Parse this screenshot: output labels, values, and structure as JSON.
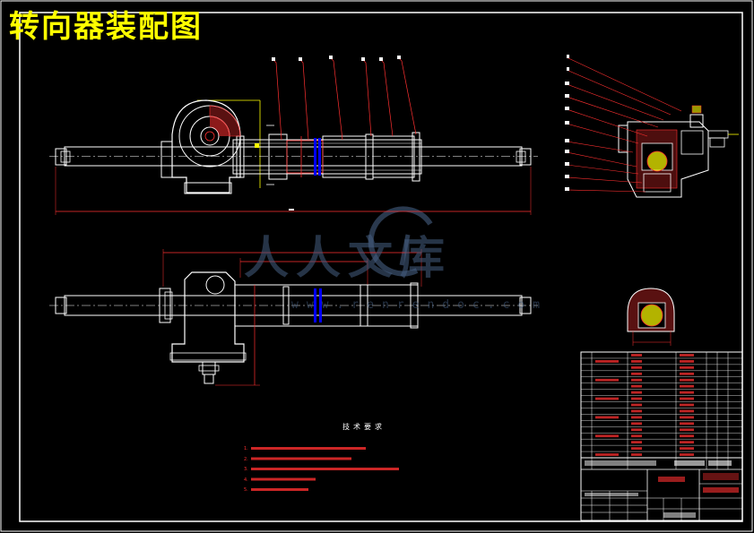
{
  "drawing": {
    "title": "转向器装配图",
    "watermark": {
      "text": "人人文库",
      "url": "www.renrendoc.com"
    },
    "colors": {
      "background": "#000000",
      "outline": "#ffffff",
      "leader": "#ff3030",
      "dimension": "#ffff00",
      "accent": "#0000ff",
      "hatch": "#ff3030",
      "title": "#ffff00"
    },
    "icons": [
      "watermark-logo-icon"
    ],
    "technical_requirements": {
      "heading": "技术要求",
      "items": [
        "1.",
        "2.",
        "3.",
        "4.",
        "5."
      ]
    }
  }
}
